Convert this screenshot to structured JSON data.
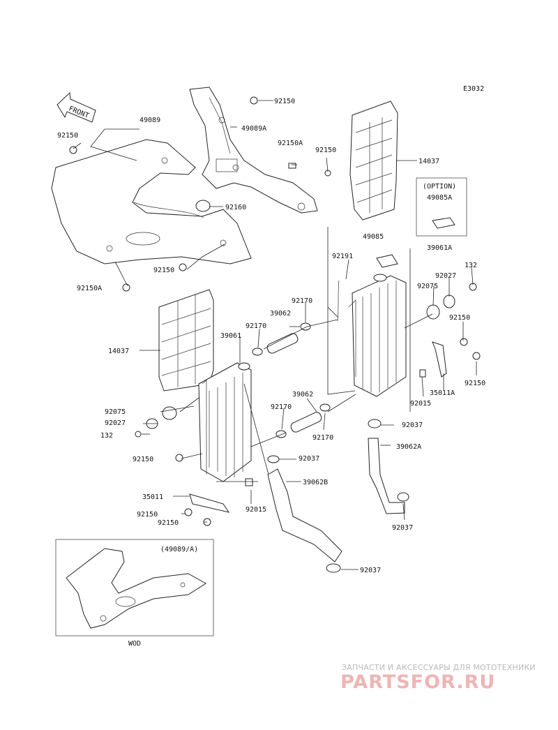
{
  "diagram_code": "E3032",
  "front_label": "FRONT",
  "labels": {
    "l_92150_a": "92150",
    "l_49089": "49089",
    "l_92150_b": "92150",
    "l_49089A": "49089A",
    "l_92150A_a": "92150A",
    "l_92150_c": "92150",
    "l_14037_a": "14037",
    "l_92160": "92160",
    "l_92150_d": "92150",
    "l_92150A_b": "92150A",
    "l_49085": "49085",
    "l_39061A": "39061A",
    "l_92191": "92191",
    "l_132_a": "132",
    "l_92027_a": "92027",
    "l_92075_a": "92075",
    "l_92170_a": "92170",
    "l_39062_a": "39062",
    "l_92150_e": "92150",
    "l_92170_b": "92170",
    "l_39061": "39061",
    "l_14037_b": "14037",
    "l_35011A": "35011A",
    "l_92150_f": "92150",
    "l_92015_a": "92015",
    "l_92075_b": "92075",
    "l_92027_b": "92027",
    "l_132_b": "132",
    "l_92150_g": "92150",
    "l_39062_b": "39062",
    "l_92170_c": "92170",
    "l_92170_d": "92170",
    "l_92037_a": "92037",
    "l_39062A": "39062A",
    "l_92037_b": "92037",
    "l_39062B": "39062B",
    "l_35011": "35011",
    "l_92015_b": "92015",
    "l_92150_h": "92150",
    "l_92150_i": "92150",
    "l_92037_c": "92037",
    "l_92037_d": "92037"
  },
  "option_box": {
    "title": "(OPTION)",
    "part": "49085A"
  },
  "inset": {
    "title": "(49089/A)",
    "caption": "WOD"
  },
  "watermark": {
    "tagline": "ЗАПЧАСТИ И АКСЕССУАРЫ ДЛЯ МОТОТЕХНИКИ",
    "logo": "PARTSFOR.RU"
  }
}
